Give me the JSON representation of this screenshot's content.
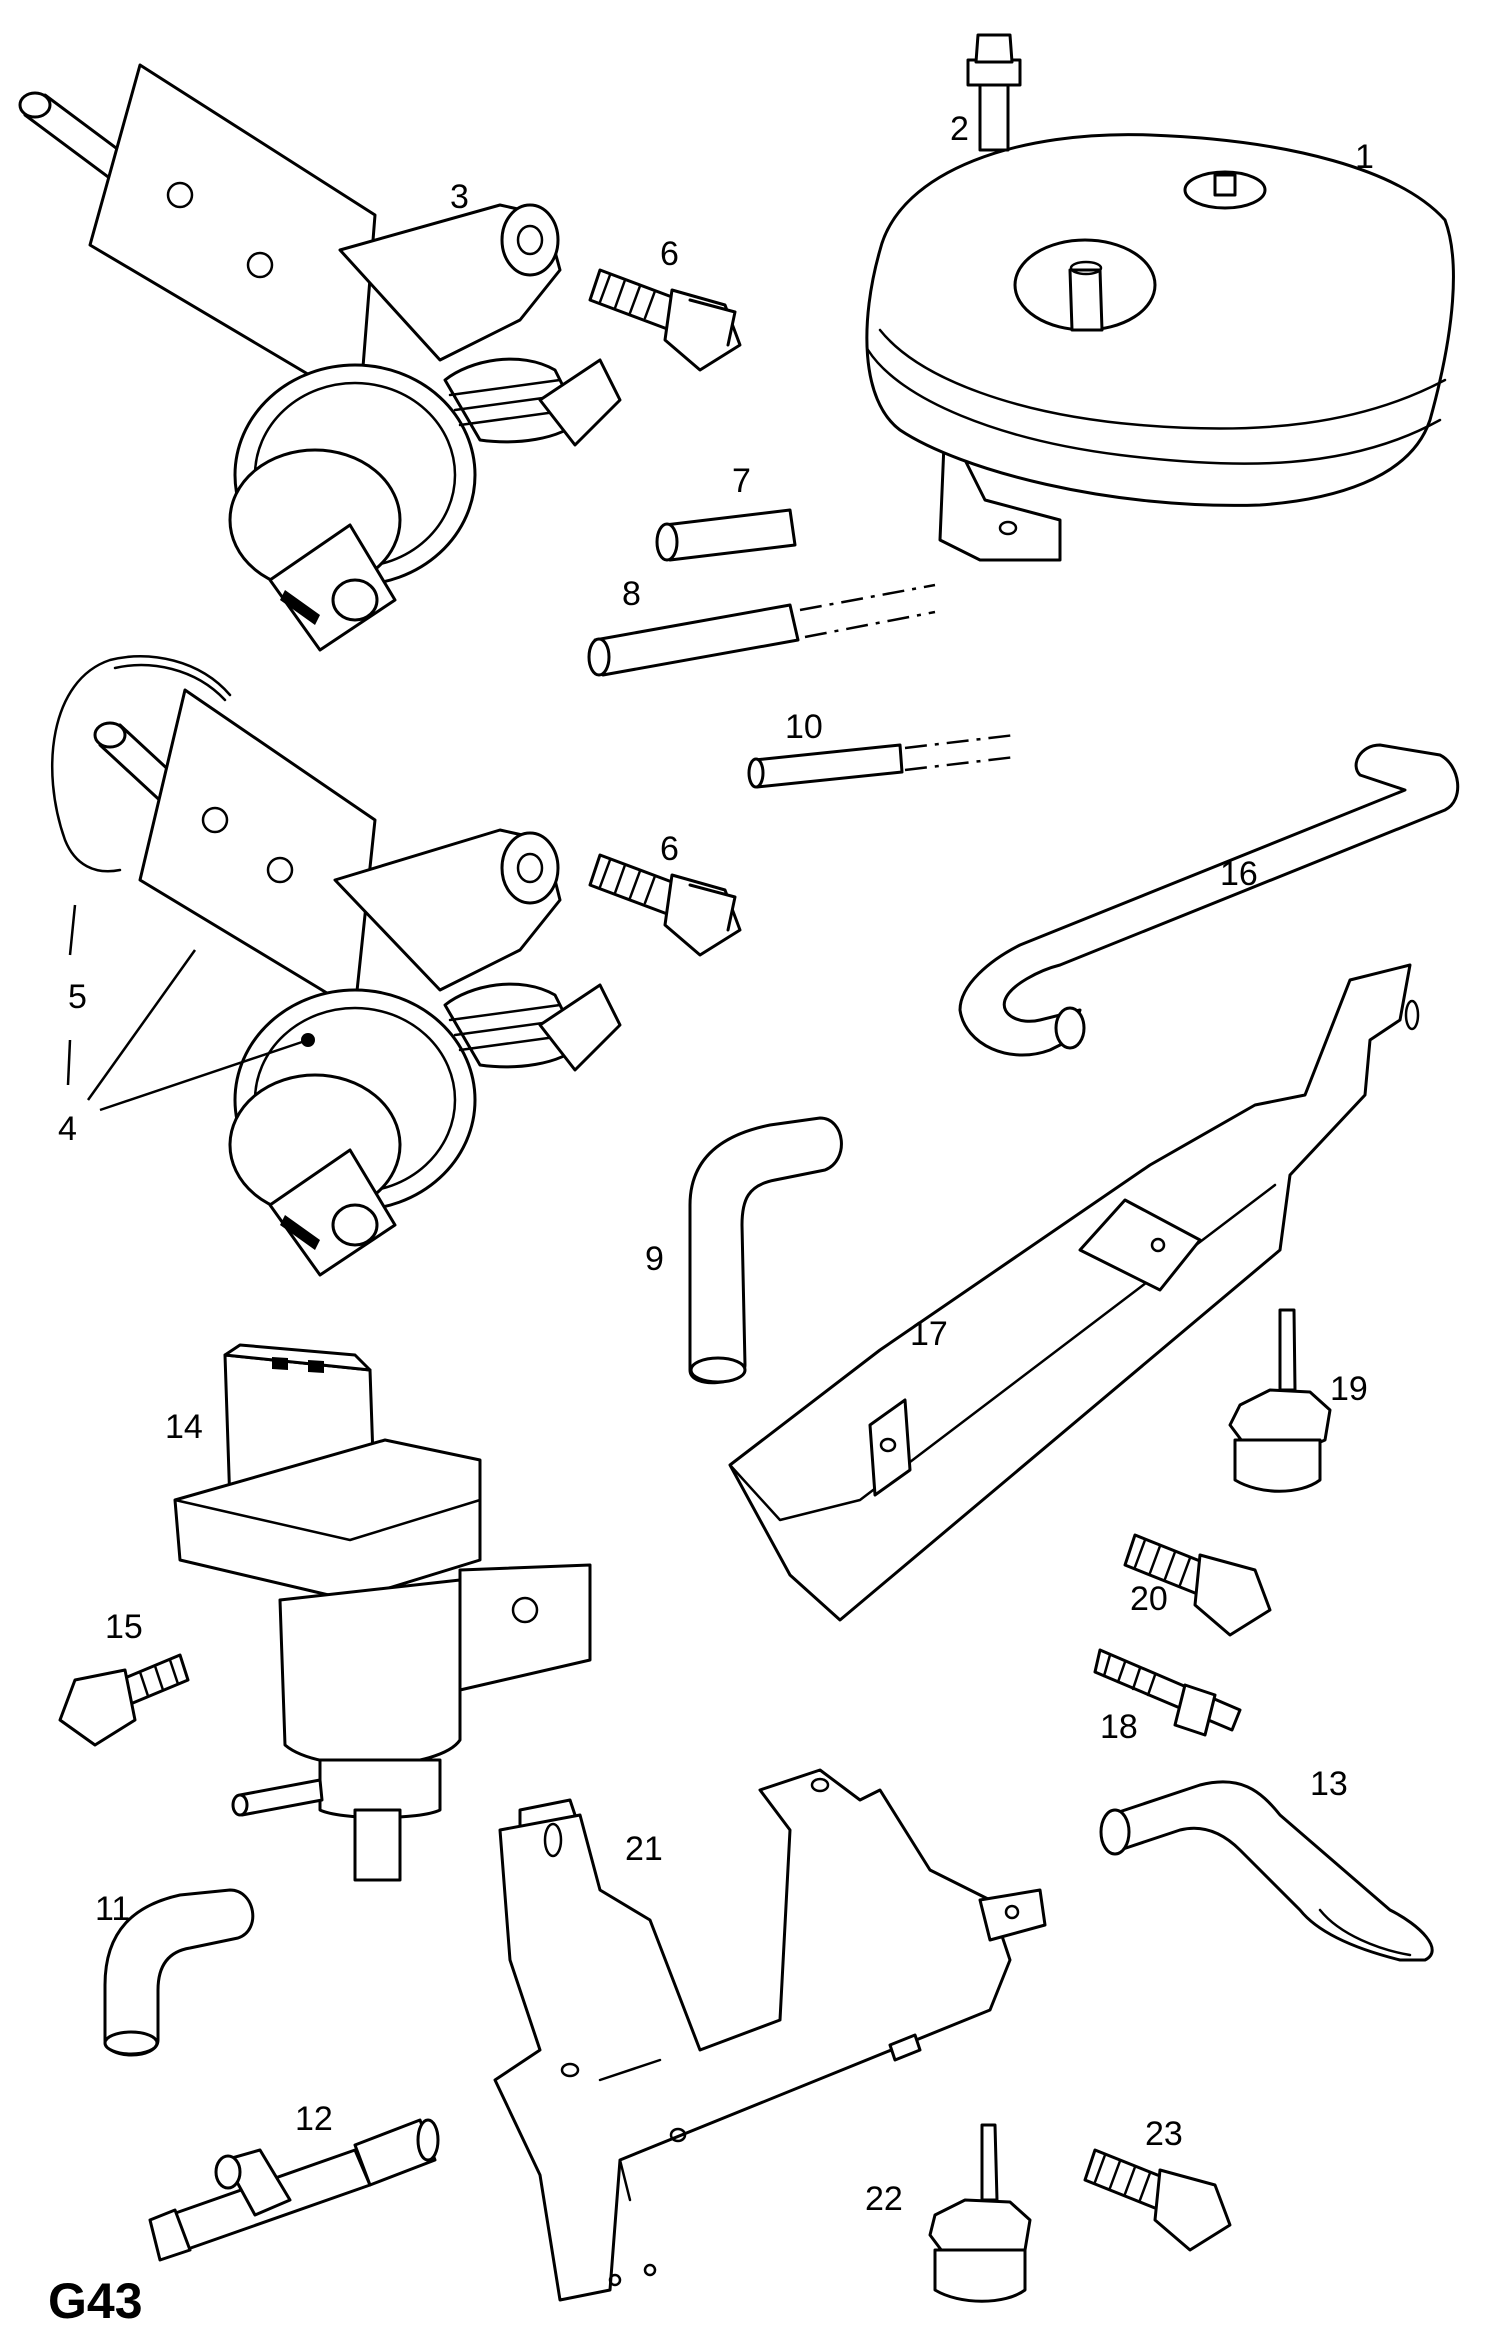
{
  "diagram": {
    "code": "G43",
    "callouts": {
      "c1": "1",
      "c2": "2",
      "c3": "3",
      "c4": "4",
      "c5": "5",
      "c6a": "6",
      "c6b": "6",
      "c7": "7",
      "c8": "8",
      "c9": "9",
      "c10": "10",
      "c11": "11",
      "c12": "12",
      "c13": "13",
      "c14": "14",
      "c15": "15",
      "c16": "16",
      "c17": "17",
      "c18": "18",
      "c19": "19",
      "c20": "20",
      "c21": "21",
      "c22": "22",
      "c23": "23"
    }
  }
}
